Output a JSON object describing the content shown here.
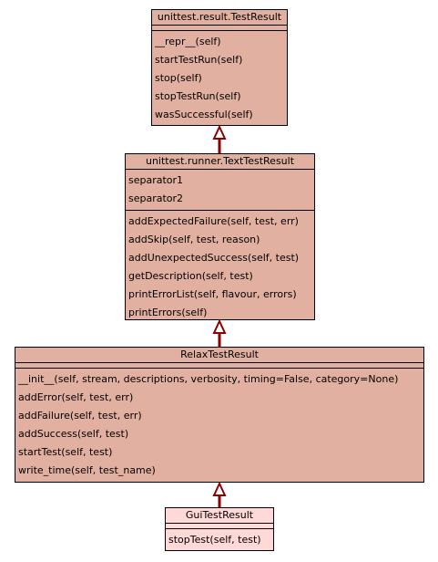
{
  "classes": {
    "test_result": {
      "name": "unittest.result.TestResult",
      "attributes": [],
      "methods": [
        "__repr__(self)",
        "startTestRun(self)",
        "stop(self)",
        "stopTestRun(self)",
        "wasSuccessful(self)"
      ]
    },
    "text_test_result": {
      "name": "unittest.runner.TextTestResult",
      "attributes": [
        "separator1",
        "separator2"
      ],
      "methods": [
        "addExpectedFailure(self, test, err)",
        "addSkip(self, test, reason)",
        "addUnexpectedSuccess(self, test)",
        "getDescription(self, test)",
        "printErrorList(self, flavour, errors)",
        "printErrors(self)"
      ]
    },
    "relax_test_result": {
      "name": "RelaxTestResult",
      "attributes": [],
      "methods": [
        "__init__(self, stream, descriptions, verbosity, timing=False, category=None)",
        "addError(self, test, err)",
        "addFailure(self, test, err)",
        "addSuccess(self, test)",
        "startTest(self, test)",
        "write_time(self, test_name)"
      ]
    },
    "gui_test_result": {
      "name": "GuiTestResult",
      "attributes": [],
      "methods": [
        "stopTest(self, test)"
      ]
    }
  },
  "colors": {
    "class_fill": "#e2b0a0",
    "highlight_fill": "#ffd8d8",
    "arrow": "#8b0000"
  }
}
